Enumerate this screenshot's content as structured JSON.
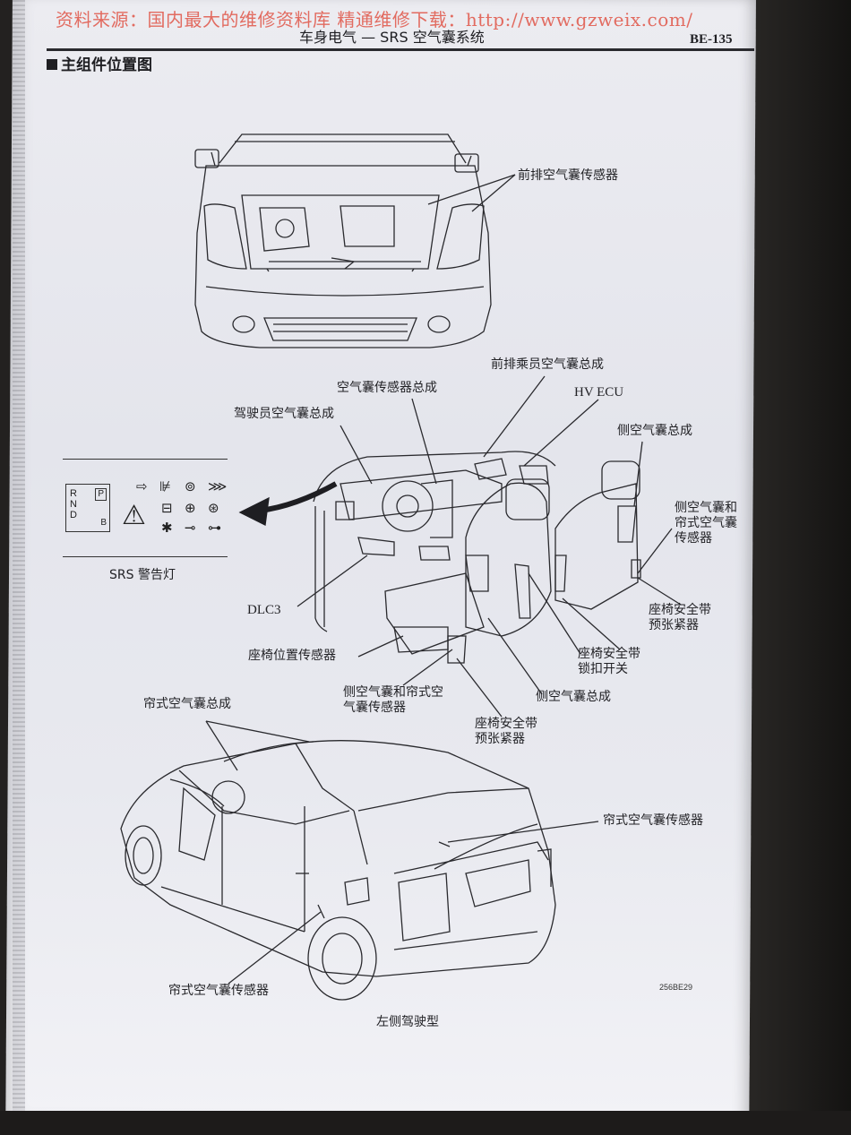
{
  "source_watermark": "资料来源：国内最大的维修资料库  精通维修下载：http://www.gzweix.com/",
  "header": {
    "section": "车身电气 — SRS 空气囊系统",
    "page_number": "BE-135"
  },
  "section_title": "主组件位置图",
  "labels": {
    "front_airbag_sensor": "前排空气囊传感器",
    "front_passenger_airbag": "前排乘员空气囊总成",
    "airbag_sensor_assembly": "空气囊传感器总成",
    "hv_ecu": "HV ECU",
    "driver_airbag": "驾驶员空气囊总成",
    "side_airbag_top": "侧空气囊总成",
    "side_curtain_sensor_right": "侧空气囊和帘式空气囊传感器",
    "srs_warning_light": "SRS 警告灯",
    "dlc3": "DLC3",
    "seatbelt_pretensioner_right": "座椅安全带预张紧器",
    "seat_position_sensor": "座椅位置传感器",
    "seatbelt_buckle_switch": "座椅安全带锁扣开关",
    "side_curtain_sensor_lower": "侧空气囊和帘式空气囊传感器",
    "side_airbag_lower": "侧空气囊总成",
    "seatbelt_pretensioner_lower": "座椅安全带预张紧器",
    "curtain_airbag": "帘式空气囊总成",
    "curtain_sensor_rear": "帘式空气囊传感器",
    "curtain_sensor_front": "帘式空气囊传感器"
  },
  "shift_indicator": {
    "letters": "R\nN\nD",
    "p": "P",
    "b": "B"
  },
  "figure_code": "256BE29",
  "caption": "左侧驾驶型",
  "colors": {
    "watermark": "#e26b60",
    "ink": "#222226",
    "paper": "#e8e9ef"
  }
}
